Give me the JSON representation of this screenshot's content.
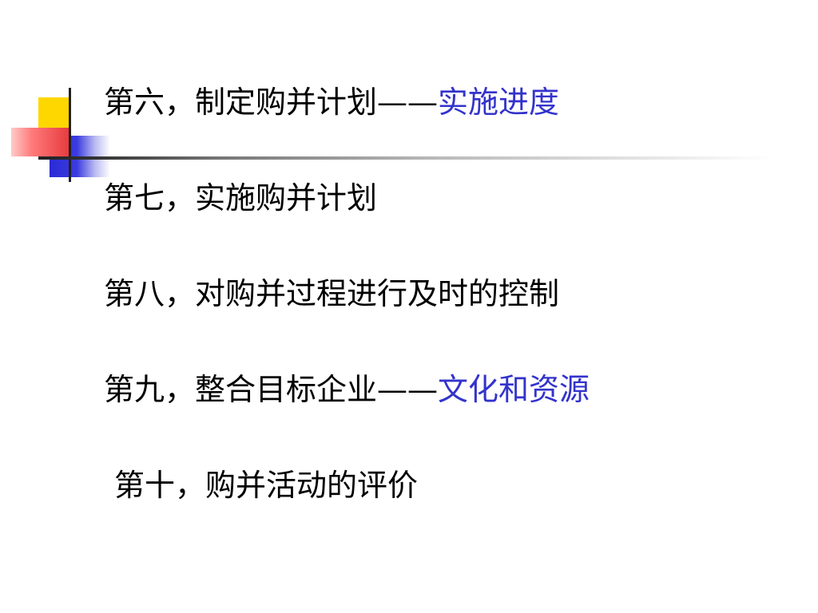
{
  "accent_color": "#3333cc",
  "lines": [
    {
      "main": "第六，制定购并计划——",
      "accent": "实施进度"
    },
    {
      "main": "第七，实施购并计划",
      "accent": ""
    },
    {
      "main": "第八，对购并过程进行及时的控制",
      "accent": ""
    },
    {
      "main": "第九，整合目标企业——",
      "accent": "文化和资源"
    },
    {
      "main": "第十，购并活动的评价",
      "accent": ""
    }
  ]
}
